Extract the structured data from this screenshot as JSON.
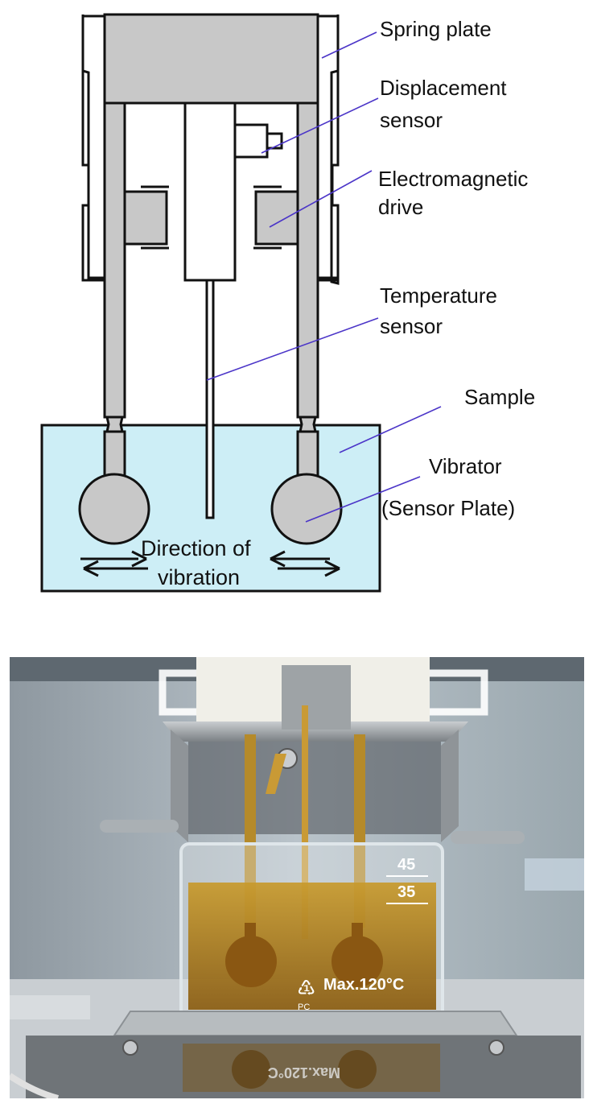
{
  "labels": {
    "spring_plate": "Spring plate",
    "displacement_line1": "Displacement",
    "displacement_line2": "sensor",
    "electromagnetic_line1": "Electromagnetic",
    "electromagnetic_line2": "drive",
    "temperature_line1": "Temperature",
    "temperature_line2": "sensor",
    "sample": "Sample",
    "vibrator_line1": "Vibrator",
    "vibrator_line2": "(Sensor Plate)",
    "direction_line1": "Direction of",
    "direction_line2": "vibration"
  },
  "photo": {
    "beaker_mark_top": "45",
    "beaker_mark_mid": "35",
    "beaker_max": "Max.120°C",
    "beaker_material": "PC",
    "reflection_text": "Max.120°C"
  },
  "colors": {
    "sample_fill": "#cdeef6",
    "part_fill": "#c8c8c8",
    "leader_line": "#4b35c8",
    "liquid": "#b8861a",
    "sensor_gold": "#b58a2a"
  }
}
